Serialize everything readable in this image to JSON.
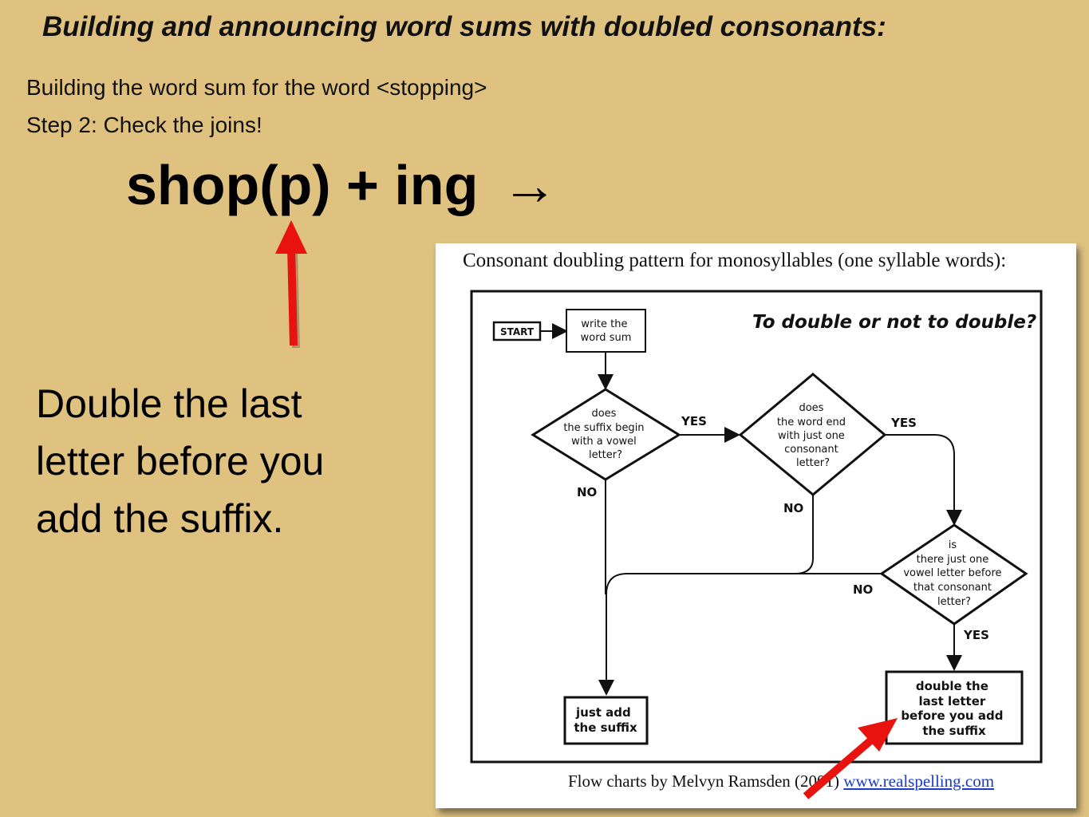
{
  "header": {
    "title": "Building and announcing word sums with doubled consonants:",
    "line1": "Building the word sum for the word <stopping>",
    "line2": "Step 2: Check the joins!"
  },
  "word_sum": {
    "text": "shop(p) + ing",
    "arrow": "→"
  },
  "explanation": "Double the last letter before you add the suffix.",
  "flowchart": {
    "title": "Consonant doubling pattern for monosyllables (one syllable words):",
    "heading": "To double or not to double?",
    "start": "START",
    "step_write": [
      "write the",
      "word sum"
    ],
    "q1": [
      "does",
      "the suffix begin",
      "with a vowel",
      "letter?"
    ],
    "q2": [
      "does",
      "the word end",
      "with just one",
      "consonant",
      "letter?"
    ],
    "q3": [
      "is",
      "there just one",
      "vowel letter before",
      "that consonant",
      "letter?"
    ],
    "yes": "YES",
    "no": "NO",
    "end_add": [
      "just add",
      "the suffix"
    ],
    "end_double": [
      "double the",
      "last letter",
      "before you add",
      "the suffix"
    ],
    "credit_text": "Flow charts by Melvyn Ramsden (2001)",
    "credit_link": "www.realspelling.com"
  },
  "colors": {
    "background": "#dfc180",
    "arrow": "#e8130f",
    "link": "#1a3cc8"
  }
}
